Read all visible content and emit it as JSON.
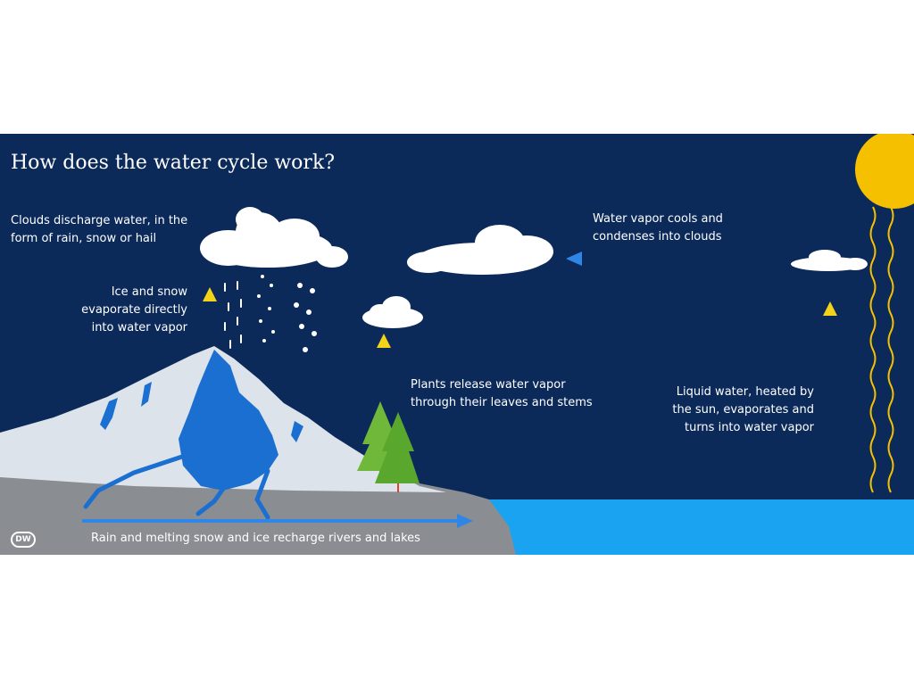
{
  "title": "How does the water cycle work?",
  "labels": {
    "clouds_discharge": [
      "Clouds discharge water, in the",
      "form of rain, snow or hail"
    ],
    "ice_snow": [
      "Ice and snow",
      "evaporate directly",
      "into water vapor"
    ],
    "vapor_cools": [
      "Water vapor cools and",
      "condenses into clouds"
    ],
    "plants": [
      "Plants release water vapor",
      "through their leaves and stems"
    ],
    "liquid_water": [
      "Liquid water, heated by",
      "the sun, evaporates and",
      "turns into water vapor"
    ],
    "rain_recharge": "Rain and melting snow and ice recharge rivers and lakes"
  },
  "logo": "DW",
  "colors": {
    "background": "#0b2a5a",
    "sun": "#f5c000",
    "water": "#1aa3f0",
    "ground": "#8a8d92",
    "snow": "#dde3ea",
    "ice": "#1b6fd1",
    "tree": "#6fb83a",
    "arrow_blue": "#2f86e6",
    "arrow_yellow": "#f3d21a",
    "arrow_red": "#d9442c"
  },
  "icons": [
    "sun-icon",
    "cloud-icon",
    "mountain-icon",
    "tree-icon",
    "rain-icon",
    "arrow-icon",
    "dw-logo"
  ]
}
